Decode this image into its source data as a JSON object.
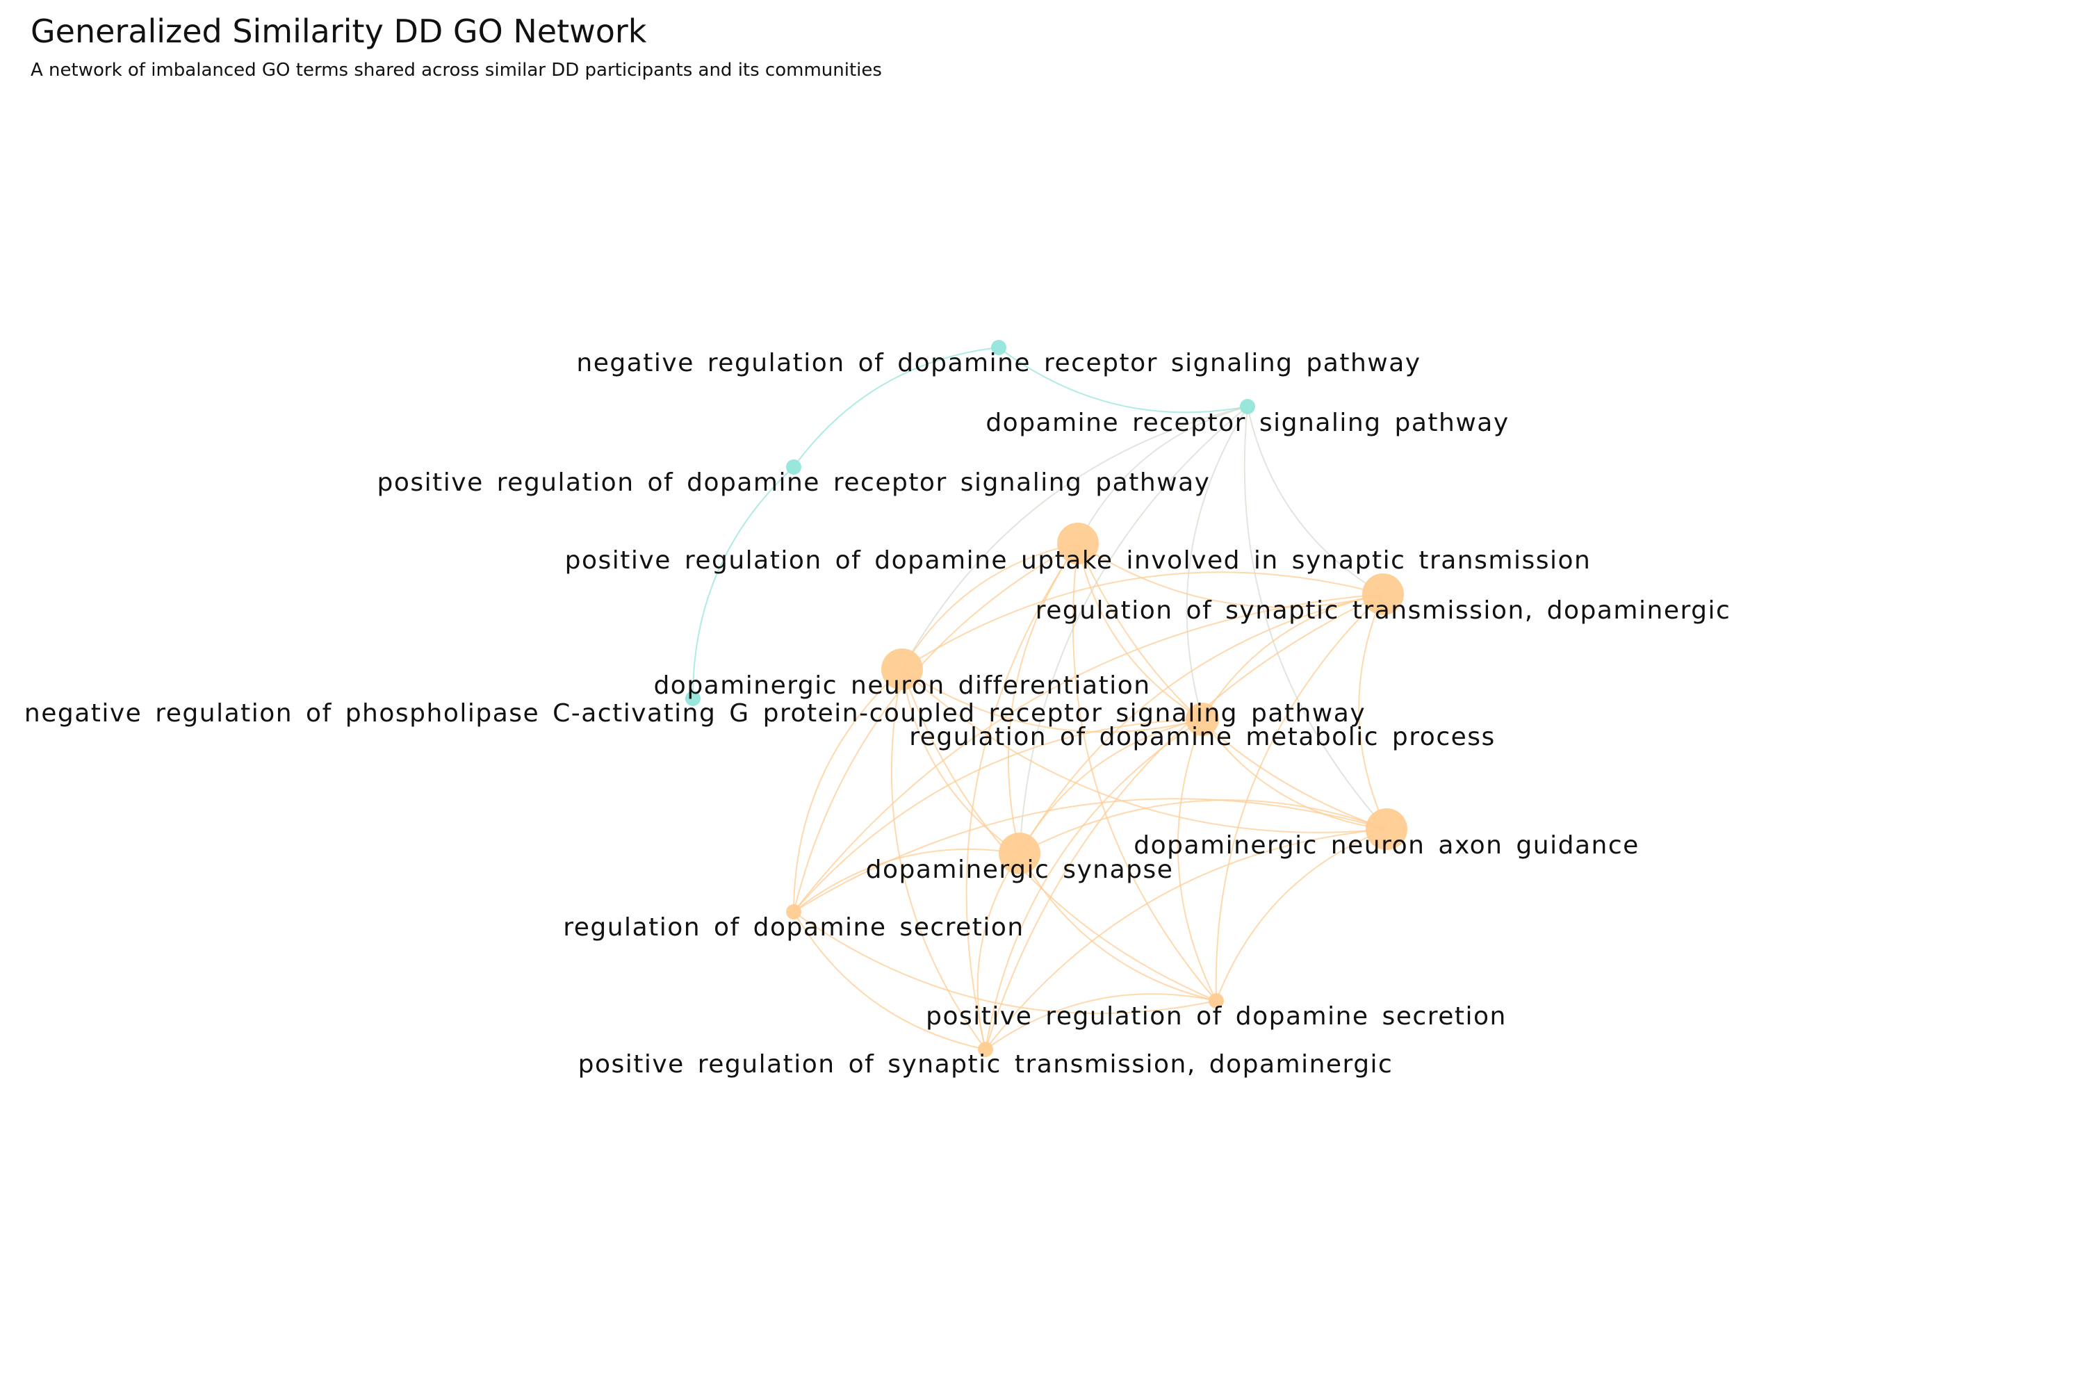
{
  "title": "Generalized Similarity DD GO Network",
  "subtitle": "A network of imbalanced GO terms shared across similar DD participants and its communities",
  "communities": [
    {
      "id": "c1",
      "color": "#93e6da"
    },
    {
      "id": "c2",
      "color": "#ffcc92"
    }
  ],
  "nodes": [
    {
      "id": "n1",
      "label": "negative regulation of dopamine receptor signaling pathway",
      "community": "c1",
      "size": 1
    },
    {
      "id": "n2",
      "label": "dopamine receptor signaling pathway",
      "community": "c1",
      "size": 1
    },
    {
      "id": "n3",
      "label": "positive regulation of dopamine receptor signaling pathway",
      "community": "c1",
      "size": 1
    },
    {
      "id": "n4",
      "label": "negative regulation of phospholipase C-activating G protein-coupled receptor signaling pathway",
      "community": "c1",
      "size": 1
    },
    {
      "id": "n5",
      "label": "positive regulation of dopamine uptake involved in synaptic transmission",
      "community": "c2",
      "size": 3
    },
    {
      "id": "n6",
      "label": "regulation of synaptic transmission, dopaminergic",
      "community": "c2",
      "size": 3
    },
    {
      "id": "n7",
      "label": "dopaminergic neuron differentiation",
      "community": "c2",
      "size": 3
    },
    {
      "id": "n8",
      "label": "regulation of dopamine metabolic process",
      "community": "c2",
      "size": 2
    },
    {
      "id": "n9",
      "label": "dopaminergic neuron axon guidance",
      "community": "c2",
      "size": 3
    },
    {
      "id": "n10",
      "label": "dopaminergic synapse",
      "community": "c2",
      "size": 3
    },
    {
      "id": "n11",
      "label": "regulation of dopamine secretion",
      "community": "c2",
      "size": 1
    },
    {
      "id": "n12",
      "label": "positive regulation of dopamine secretion",
      "community": "c2",
      "size": 1
    },
    {
      "id": "n13",
      "label": "positive regulation of synaptic transmission, dopaminergic",
      "community": "c2",
      "size": 1
    }
  ],
  "edges": [
    [
      "n1",
      "n2"
    ],
    [
      "n1",
      "n3"
    ],
    [
      "n3",
      "n4"
    ],
    [
      "n2",
      "n5"
    ],
    [
      "n2",
      "n6"
    ],
    [
      "n2",
      "n7"
    ],
    [
      "n2",
      "n8"
    ],
    [
      "n2",
      "n9"
    ],
    [
      "n2",
      "n10"
    ],
    [
      "n5",
      "n6"
    ],
    [
      "n5",
      "n7"
    ],
    [
      "n5",
      "n8"
    ],
    [
      "n5",
      "n9"
    ],
    [
      "n5",
      "n10"
    ],
    [
      "n5",
      "n11"
    ],
    [
      "n5",
      "n12"
    ],
    [
      "n5",
      "n13"
    ],
    [
      "n6",
      "n7"
    ],
    [
      "n6",
      "n8"
    ],
    [
      "n6",
      "n9"
    ],
    [
      "n6",
      "n10"
    ],
    [
      "n6",
      "n11"
    ],
    [
      "n6",
      "n12"
    ],
    [
      "n6",
      "n13"
    ],
    [
      "n7",
      "n8"
    ],
    [
      "n7",
      "n9"
    ],
    [
      "n7",
      "n10"
    ],
    [
      "n7",
      "n11"
    ],
    [
      "n7",
      "n12"
    ],
    [
      "n7",
      "n13"
    ],
    [
      "n8",
      "n9"
    ],
    [
      "n8",
      "n10"
    ],
    [
      "n8",
      "n11"
    ],
    [
      "n8",
      "n12"
    ],
    [
      "n8",
      "n13"
    ],
    [
      "n9",
      "n10"
    ],
    [
      "n9",
      "n11"
    ],
    [
      "n9",
      "n12"
    ],
    [
      "n9",
      "n13"
    ],
    [
      "n10",
      "n11"
    ],
    [
      "n10",
      "n12"
    ],
    [
      "n10",
      "n13"
    ],
    [
      "n11",
      "n12"
    ],
    [
      "n11",
      "n13"
    ],
    [
      "n12",
      "n13"
    ]
  ]
}
